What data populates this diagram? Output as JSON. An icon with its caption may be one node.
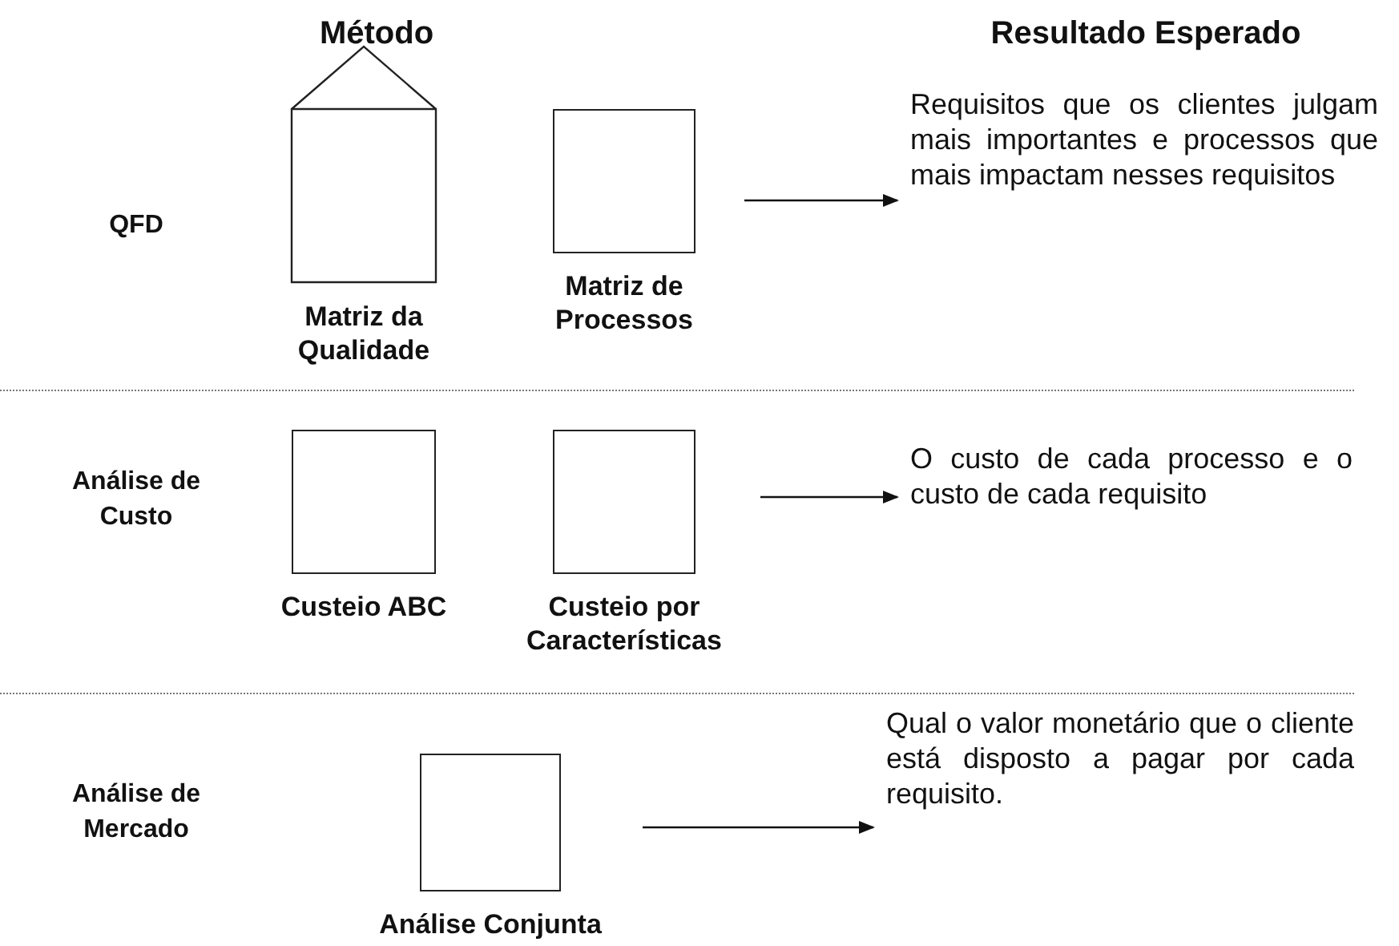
{
  "diagram": {
    "nodes": [
      {
        "text": [
          "Matriz da Qualidade"
        ]
      },
      {
        "text": [
          "Matriz de Processos"
        ]
      },
      {
        "text": [
          "Requisitos que os clientes julgam mais importantes e processos que mais impactam nesses requisitos"
        ]
      },
      {
        "text": [
          "Custeio ABC"
        ]
      },
      {
        "text": [
          "Custeio por Características"
        ]
      },
      {
        "text": [
          "O custo de cada processo e o custo de cada requisito"
        ]
      },
      {
        "text": [
          "Análise Conjunta"
        ]
      },
      {
        "text": [
          "Qual o valor monetário que o cliente está disposto a pagar por cada requisito."
        ]
      }
    ],
    "edges": [
      {
        "from": 1,
        "to": 2,
        "arrow": "to"
      },
      {
        "from": 4,
        "to": 5,
        "arrow": "to"
      },
      {
        "from": 6,
        "to": 7,
        "arrow": "to"
      }
    ],
    "labels": [
      "Método",
      "Resultado Esperado",
      "QFD",
      "Análise de Custo",
      "Análise de Mercado"
    ]
  }
}
